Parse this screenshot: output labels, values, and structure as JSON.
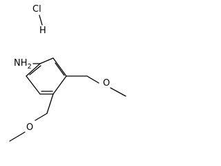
{
  "molecule": {
    "atoms": {
      "cl": "Cl",
      "h": "H",
      "amine": "NH",
      "amine_subscript": "2",
      "oxygen_right": "O",
      "oxygen_bottom": "O"
    }
  }
}
